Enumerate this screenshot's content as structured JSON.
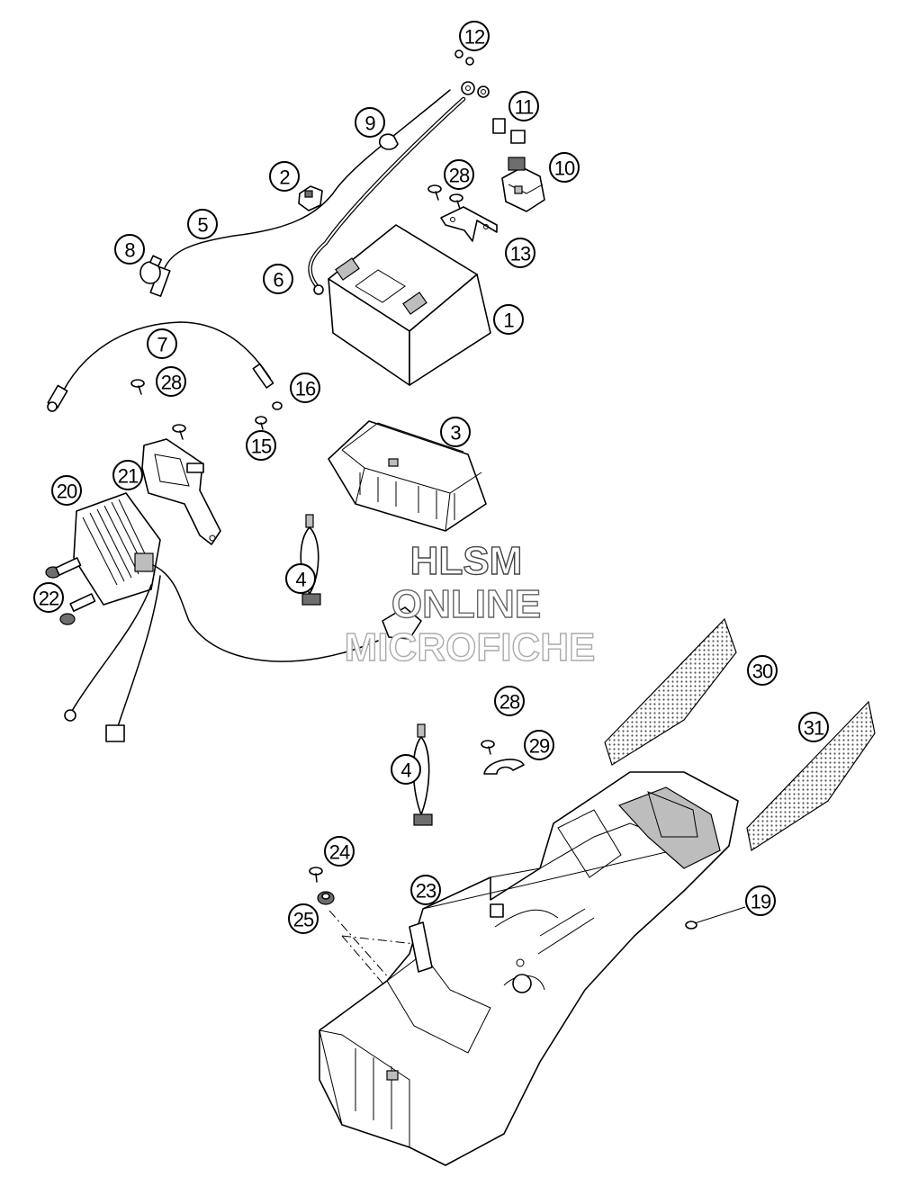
{
  "watermark": {
    "line1": "HLSM",
    "line2": "ONLINE",
    "line3": "MICROFICHE"
  },
  "callouts": [
    {
      "id": "c1",
      "label": "1"
    },
    {
      "id": "c2",
      "label": "2"
    },
    {
      "id": "c3",
      "label": "3"
    },
    {
      "id": "c4a",
      "label": "4"
    },
    {
      "id": "c4b",
      "label": "4"
    },
    {
      "id": "c5",
      "label": "5"
    },
    {
      "id": "c6",
      "label": "6"
    },
    {
      "id": "c7",
      "label": "7"
    },
    {
      "id": "c8",
      "label": "8"
    },
    {
      "id": "c9",
      "label": "9"
    },
    {
      "id": "c10",
      "label": "10"
    },
    {
      "id": "c11",
      "label": "11"
    },
    {
      "id": "c12",
      "label": "12"
    },
    {
      "id": "c13",
      "label": "13"
    },
    {
      "id": "c15",
      "label": "15"
    },
    {
      "id": "c16",
      "label": "16"
    },
    {
      "id": "c19",
      "label": "19"
    },
    {
      "id": "c20",
      "label": "20"
    },
    {
      "id": "c21",
      "label": "21"
    },
    {
      "id": "c22",
      "label": "22"
    },
    {
      "id": "c23",
      "label": "23"
    },
    {
      "id": "c24",
      "label": "24"
    },
    {
      "id": "c25",
      "label": "25"
    },
    {
      "id": "c28a",
      "label": "28"
    },
    {
      "id": "c28b",
      "label": "28"
    },
    {
      "id": "c28c",
      "label": "28"
    },
    {
      "id": "c29",
      "label": "29"
    },
    {
      "id": "c30",
      "label": "30"
    },
    {
      "id": "c31",
      "label": "31"
    }
  ]
}
